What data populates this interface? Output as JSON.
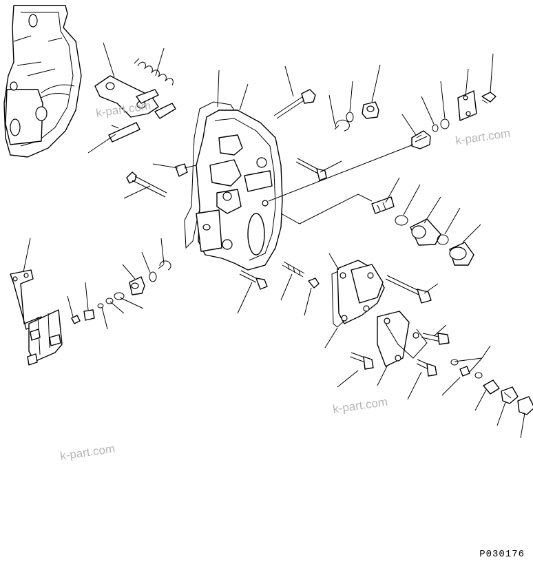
{
  "watermarks": [
    "k-part.com",
    "k-part.com",
    "k-part.com",
    "k-part.com"
  ],
  "drawing_code": "P030176",
  "colors": {
    "line": "#000000",
    "background": "#ffffff",
    "watermark": "#b5b5b5"
  }
}
